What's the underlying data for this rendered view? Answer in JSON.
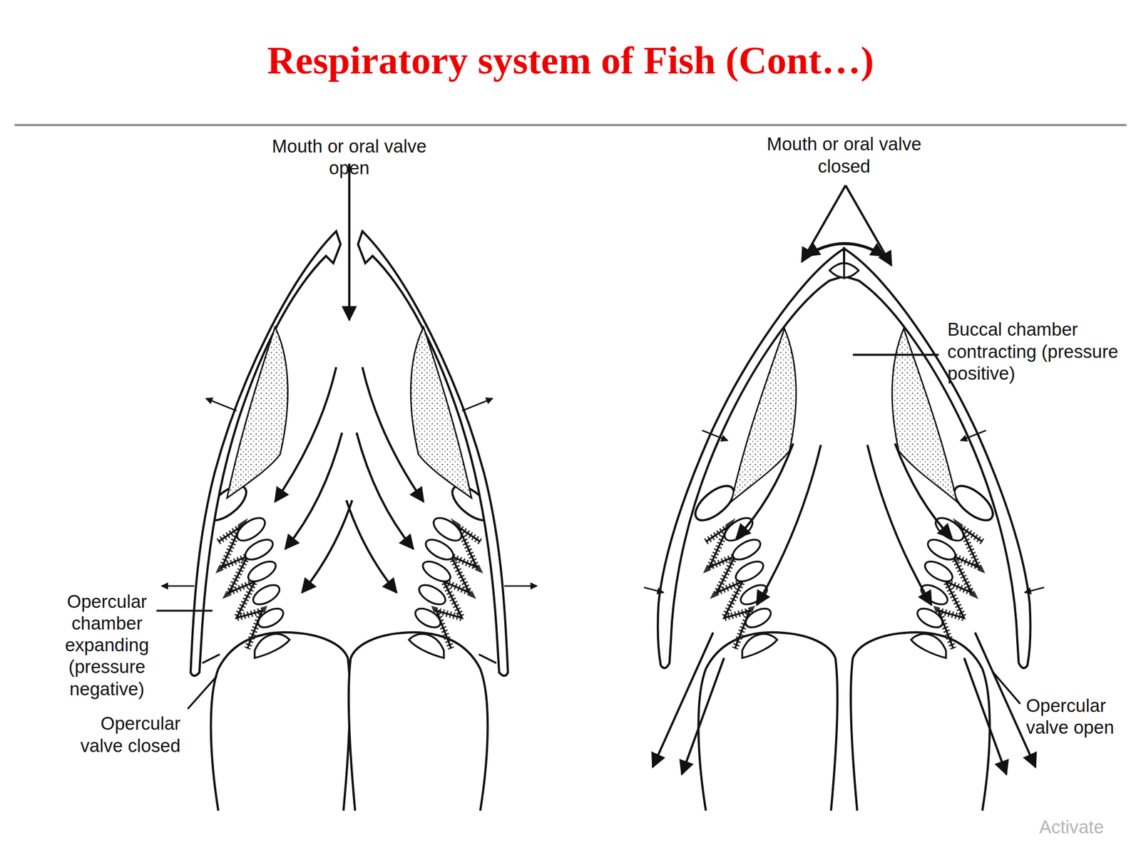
{
  "diagram": {
    "title": "Respiratory system of Fish (Cont…)",
    "labels": [
      "Mouth or oral valve open",
      "Mouth or oral valve closed",
      "Buccal chamber contracting (pressure positive)",
      "Opercular chamber expanding (pressure negative)",
      "Opercular valve closed",
      "Opercular valve open",
      "Activate"
    ]
  }
}
